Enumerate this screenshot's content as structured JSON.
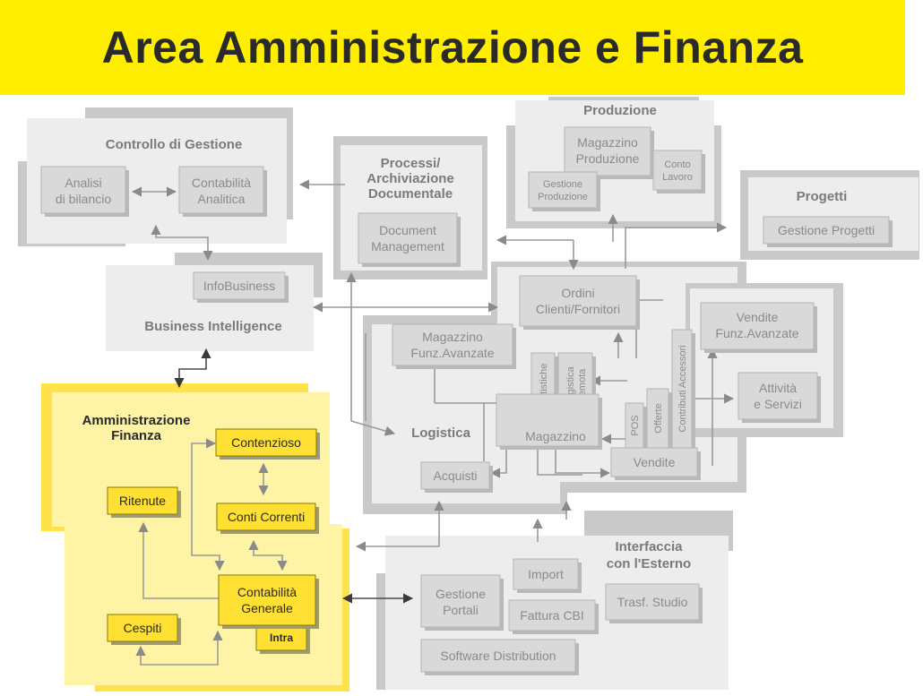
{
  "title": "Area Amministrazione e Finanza",
  "panels": {
    "controllo": {
      "heading": "Controllo di Gestione",
      "analisi": [
        "Analisi",
        "di bilancio"
      ],
      "contabilita_analitica": [
        "Contabilità",
        "Analitica"
      ]
    },
    "bi": {
      "heading": "Business Intelligence",
      "infobusiness": "InfoBusiness"
    },
    "processi": {
      "heading": [
        "Processi/",
        "Archiviazione",
        "Documentale"
      ],
      "document_management": [
        "Document",
        "Management"
      ]
    },
    "produzione": {
      "heading": "Produzione",
      "magazzino_produzione": [
        "Magazzino",
        "Produzione"
      ],
      "conto_lavoro": [
        "Conto",
        "Lavoro"
      ],
      "gestione_produzione": [
        "Gestione",
        "Produzione"
      ]
    },
    "progetti": {
      "heading": "Progetti",
      "gestione_progetti": "Gestione Progetti"
    },
    "logistica": {
      "heading": "Logistica",
      "ordini": [
        "Ordini",
        "Clienti/Fornitori"
      ],
      "magazzino_funz": [
        "Magazzino",
        "Funz.Avanzate"
      ],
      "statistiche": "Statistiche",
      "logistica_remota": [
        "Logistica",
        "Remota"
      ],
      "magazzino": "Magazzino",
      "pos": "POS",
      "offerte": "Offerte",
      "contributi": "Contributi Accessori",
      "vendite": "Vendite",
      "acquisti": "Acquisti"
    },
    "vendite_panel": {
      "vendite_funz": [
        "Vendite",
        "Funz.Avanzate"
      ],
      "attivita": [
        "Attività",
        "e Servizi"
      ]
    },
    "amministrazione": {
      "heading": [
        "Amministrazione",
        "Finanza"
      ],
      "contenzioso": "Contenzioso",
      "ritenute": "Ritenute",
      "conti_correnti": "Conti Correnti",
      "contabilita_generale": [
        "Contabilità",
        "Generale"
      ],
      "intra": "Intra",
      "cespiti": "Cespiti"
    },
    "interfaccia": {
      "heading": [
        "Interfaccia",
        "con l'Esterno"
      ],
      "gestione_portali": [
        "Gestione",
        "Portali"
      ],
      "import": "Import",
      "fattura_cbi": "Fattura CBI",
      "trasf_studio": "Trasf. Studio",
      "software_distribution": "Software Distribution"
    }
  },
  "colors": {
    "banner": "#ffee00",
    "title_text": "#2a2a2a",
    "module_yellow": "#ffe033",
    "panel_grey": "#ededed"
  }
}
